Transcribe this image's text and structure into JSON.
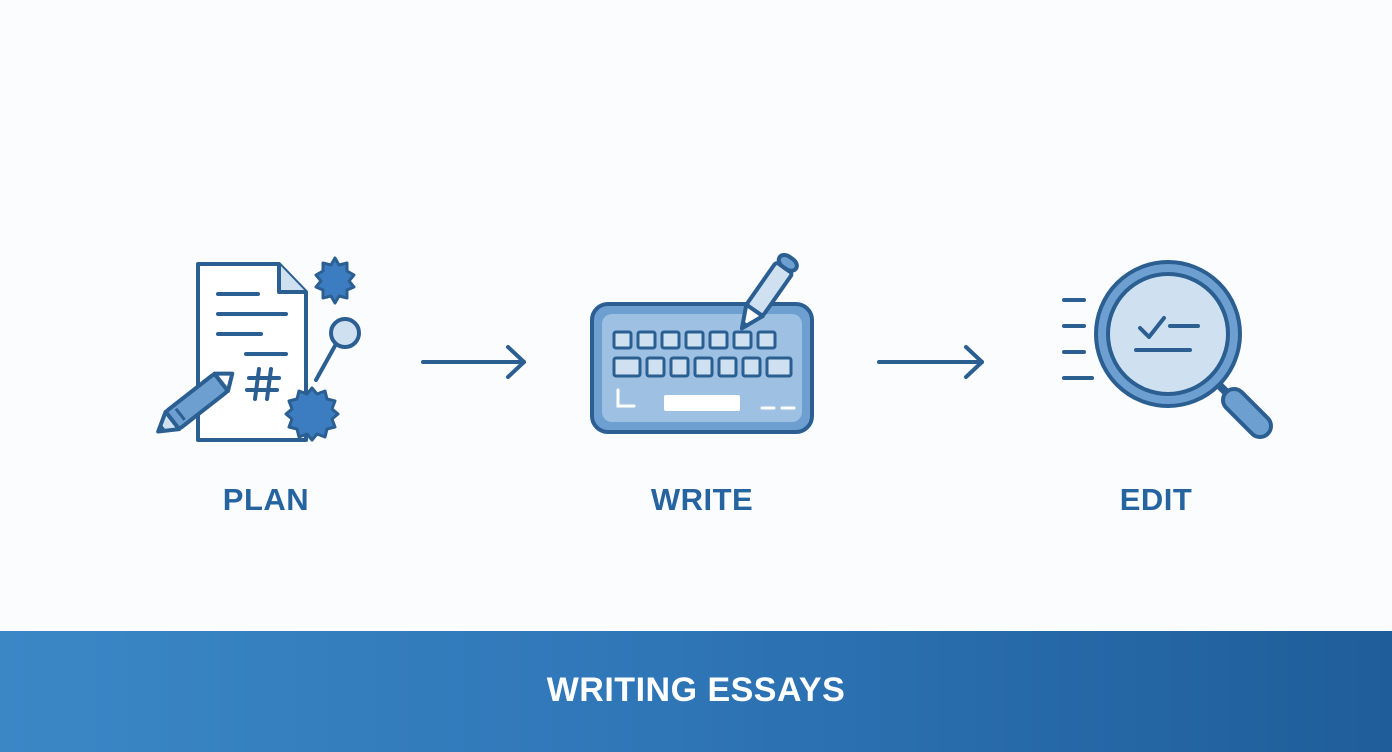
{
  "colors": {
    "stroke": "#2b5f92",
    "fill_light": "#cfe0f1",
    "fill_mid": "#6d9fd0",
    "fill_dark": "#3b7dc0",
    "label": "#2664a0",
    "banner_start": "#3b87c6",
    "banner_end": "#1f5d9a",
    "banner_text": "#ffffff"
  },
  "steps": [
    {
      "label": "PLAN",
      "icon": "document-pencil-icon"
    },
    {
      "label": "WRITE",
      "icon": "keyboard-pencil-icon"
    },
    {
      "label": "EDIT",
      "icon": "magnifier-check-icon"
    }
  ],
  "banner": {
    "title": "WRITING ESSAYS"
  }
}
